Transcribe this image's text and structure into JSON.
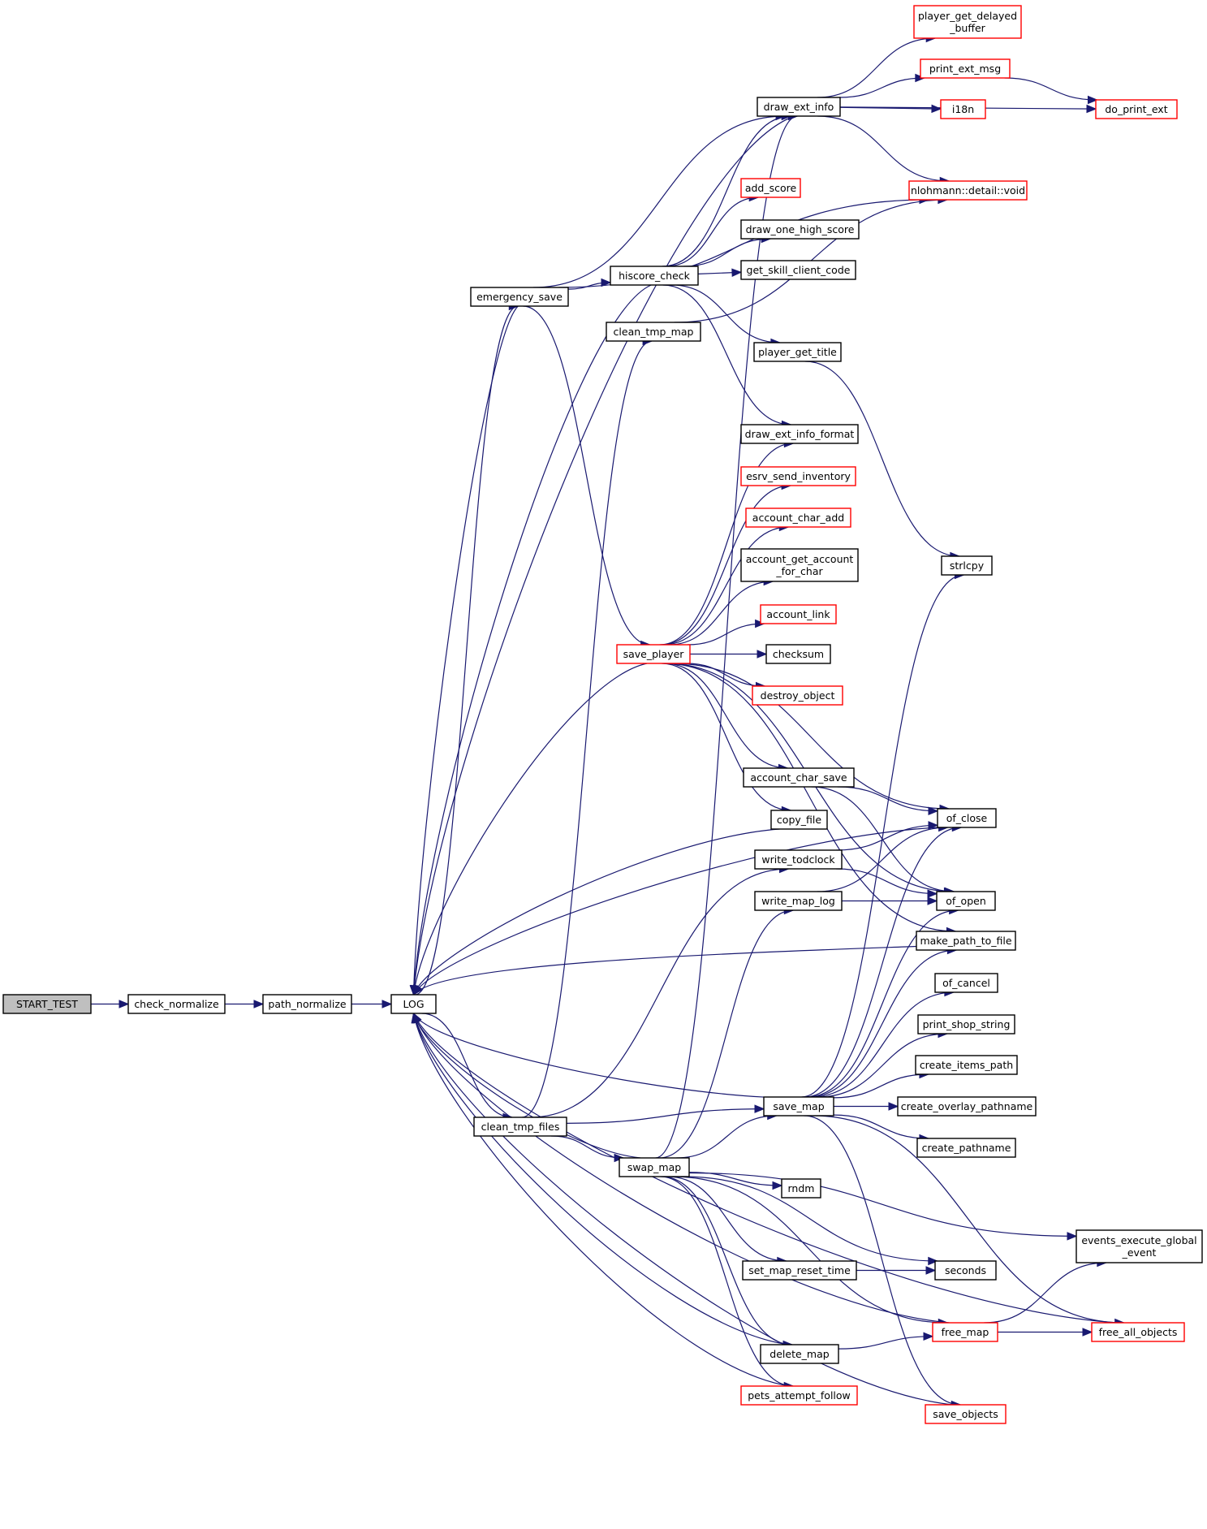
{
  "colors": {
    "edge": "#191970",
    "node_border_normal": "#000000",
    "node_border_truncated": "#ff0000",
    "node_fill_root": "#bfbfbf",
    "node_fill": "#ffffff"
  },
  "nodes": [
    {
      "id": "start_test",
      "lines": [
        "START_TEST"
      ],
      "style": "root"
    },
    {
      "id": "check_normalize",
      "lines": [
        "check_normalize"
      ],
      "style": "normal"
    },
    {
      "id": "path_normalize",
      "lines": [
        "path_normalize"
      ],
      "style": "normal"
    },
    {
      "id": "log",
      "lines": [
        "LOG"
      ],
      "style": "normal"
    },
    {
      "id": "player_get_delayed_buffer",
      "lines": [
        "player_get_delayed",
        "_buffer"
      ],
      "style": "truncated"
    },
    {
      "id": "print_ext_msg",
      "lines": [
        "print_ext_msg"
      ],
      "style": "truncated"
    },
    {
      "id": "do_print_ext",
      "lines": [
        "do_print_ext"
      ],
      "style": "truncated"
    },
    {
      "id": "draw_ext_info",
      "lines": [
        "draw_ext_info"
      ],
      "style": "normal"
    },
    {
      "id": "i18n",
      "lines": [
        "i18n"
      ],
      "style": "truncated"
    },
    {
      "id": "nlohmann_void",
      "lines": [
        "nlohmann::detail::void"
      ],
      "style": "truncated"
    },
    {
      "id": "add_score",
      "lines": [
        "add_score"
      ],
      "style": "truncated"
    },
    {
      "id": "draw_one_high_score",
      "lines": [
        "draw_one_high_score"
      ],
      "style": "normal"
    },
    {
      "id": "get_skill_client_code",
      "lines": [
        "get_skill_client_code"
      ],
      "style": "normal"
    },
    {
      "id": "hiscore_check",
      "lines": [
        "hiscore_check"
      ],
      "style": "normal"
    },
    {
      "id": "emergency_save",
      "lines": [
        "emergency_save"
      ],
      "style": "normal"
    },
    {
      "id": "clean_tmp_map",
      "lines": [
        "clean_tmp_map"
      ],
      "style": "normal"
    },
    {
      "id": "player_get_title",
      "lines": [
        "player_get_title"
      ],
      "style": "normal"
    },
    {
      "id": "draw_ext_info_format",
      "lines": [
        "draw_ext_info_format"
      ],
      "style": "normal"
    },
    {
      "id": "esrv_send_inventory",
      "lines": [
        "esrv_send_inventory"
      ],
      "style": "truncated"
    },
    {
      "id": "account_char_add",
      "lines": [
        "account_char_add"
      ],
      "style": "truncated"
    },
    {
      "id": "account_get_account_for_char",
      "lines": [
        "account_get_account",
        "_for_char"
      ],
      "style": "normal"
    },
    {
      "id": "strlcpy",
      "lines": [
        "strlcpy"
      ],
      "style": "normal"
    },
    {
      "id": "account_link",
      "lines": [
        "account_link"
      ],
      "style": "truncated"
    },
    {
      "id": "save_player",
      "lines": [
        "save_player"
      ],
      "style": "truncated"
    },
    {
      "id": "checksum",
      "lines": [
        "checksum"
      ],
      "style": "normal"
    },
    {
      "id": "destroy_object",
      "lines": [
        "destroy_object"
      ],
      "style": "truncated"
    },
    {
      "id": "account_char_save",
      "lines": [
        "account_char_save"
      ],
      "style": "normal"
    },
    {
      "id": "of_close",
      "lines": [
        "of_close"
      ],
      "style": "normal"
    },
    {
      "id": "copy_file",
      "lines": [
        "copy_file"
      ],
      "style": "normal"
    },
    {
      "id": "write_todclock",
      "lines": [
        "write_todclock"
      ],
      "style": "normal"
    },
    {
      "id": "write_map_log",
      "lines": [
        "write_map_log"
      ],
      "style": "normal"
    },
    {
      "id": "of_open",
      "lines": [
        "of_open"
      ],
      "style": "normal"
    },
    {
      "id": "make_path_to_file",
      "lines": [
        "make_path_to_file"
      ],
      "style": "normal"
    },
    {
      "id": "of_cancel",
      "lines": [
        "of_cancel"
      ],
      "style": "normal"
    },
    {
      "id": "print_shop_string",
      "lines": [
        "print_shop_string"
      ],
      "style": "normal"
    },
    {
      "id": "create_items_path",
      "lines": [
        "create_items_path"
      ],
      "style": "normal"
    },
    {
      "id": "save_map",
      "lines": [
        "save_map"
      ],
      "style": "normal"
    },
    {
      "id": "create_overlay_pathname",
      "lines": [
        "create_overlay_pathname"
      ],
      "style": "normal"
    },
    {
      "id": "clean_tmp_files",
      "lines": [
        "clean_tmp_files"
      ],
      "style": "normal"
    },
    {
      "id": "create_pathname",
      "lines": [
        "create_pathname"
      ],
      "style": "normal"
    },
    {
      "id": "swap_map",
      "lines": [
        "swap_map"
      ],
      "style": "normal"
    },
    {
      "id": "rndm",
      "lines": [
        "rndm"
      ],
      "style": "normal"
    },
    {
      "id": "events_execute_global_event",
      "lines": [
        "events_execute_global",
        "_event"
      ],
      "style": "normal"
    },
    {
      "id": "set_map_reset_time",
      "lines": [
        "set_map_reset_time"
      ],
      "style": "normal"
    },
    {
      "id": "seconds",
      "lines": [
        "seconds"
      ],
      "style": "normal"
    },
    {
      "id": "free_map",
      "lines": [
        "free_map"
      ],
      "style": "truncated"
    },
    {
      "id": "free_all_objects",
      "lines": [
        "free_all_objects"
      ],
      "style": "truncated"
    },
    {
      "id": "delete_map",
      "lines": [
        "delete_map"
      ],
      "style": "normal"
    },
    {
      "id": "pets_attempt_follow",
      "lines": [
        "pets_attempt_follow"
      ],
      "style": "truncated"
    },
    {
      "id": "save_objects",
      "lines": [
        "save_objects"
      ],
      "style": "truncated"
    }
  ],
  "edges": [
    [
      "start_test",
      "check_normalize"
    ],
    [
      "check_normalize",
      "path_normalize"
    ],
    [
      "path_normalize",
      "log"
    ],
    [
      "log",
      "emergency_save"
    ],
    [
      "log",
      "clean_tmp_files"
    ],
    [
      "emergency_save",
      "hiscore_check"
    ],
    [
      "emergency_save",
      "draw_ext_info"
    ],
    [
      "emergency_save",
      "nlohmann_void"
    ],
    [
      "emergency_save",
      "save_player"
    ],
    [
      "emergency_save",
      "log"
    ],
    [
      "hiscore_check",
      "add_score"
    ],
    [
      "hiscore_check",
      "draw_one_high_score"
    ],
    [
      "hiscore_check",
      "get_skill_client_code"
    ],
    [
      "hiscore_check",
      "player_get_title"
    ],
    [
      "hiscore_check",
      "draw_ext_info"
    ],
    [
      "hiscore_check",
      "draw_ext_info_format"
    ],
    [
      "hiscore_check",
      "log"
    ],
    [
      "draw_ext_info",
      "player_get_delayed_buffer"
    ],
    [
      "draw_ext_info",
      "print_ext_msg"
    ],
    [
      "draw_ext_info",
      "i18n"
    ],
    [
      "draw_ext_info",
      "do_print_ext"
    ],
    [
      "draw_ext_info",
      "nlohmann_void"
    ],
    [
      "draw_ext_info",
      "log"
    ],
    [
      "print_ext_msg",
      "do_print_ext"
    ],
    [
      "clean_tmp_map",
      "nlohmann_void"
    ],
    [
      "player_get_title",
      "strlcpy"
    ],
    [
      "save_player",
      "draw_ext_info_format"
    ],
    [
      "save_player",
      "esrv_send_inventory"
    ],
    [
      "save_player",
      "account_char_add"
    ],
    [
      "save_player",
      "account_get_account_for_char"
    ],
    [
      "save_player",
      "account_link"
    ],
    [
      "save_player",
      "checksum"
    ],
    [
      "save_player",
      "destroy_object"
    ],
    [
      "save_player",
      "account_char_save"
    ],
    [
      "save_player",
      "copy_file"
    ],
    [
      "save_player",
      "of_close"
    ],
    [
      "save_player",
      "of_open"
    ],
    [
      "save_player",
      "make_path_to_file"
    ],
    [
      "save_player",
      "log"
    ],
    [
      "account_char_save",
      "of_close"
    ],
    [
      "account_char_save",
      "of_open"
    ],
    [
      "copy_file",
      "log"
    ],
    [
      "of_close",
      "log"
    ],
    [
      "write_todclock",
      "of_close"
    ],
    [
      "write_todclock",
      "of_open"
    ],
    [
      "write_map_log",
      "of_close"
    ],
    [
      "write_map_log",
      "of_open"
    ],
    [
      "make_path_to_file",
      "log"
    ],
    [
      "save_map",
      "strlcpy"
    ],
    [
      "save_map",
      "of_close"
    ],
    [
      "save_map",
      "of_open"
    ],
    [
      "save_map",
      "make_path_to_file"
    ],
    [
      "save_map",
      "of_cancel"
    ],
    [
      "save_map",
      "print_shop_string"
    ],
    [
      "save_map",
      "create_items_path"
    ],
    [
      "save_map",
      "create_overlay_pathname"
    ],
    [
      "save_map",
      "create_pathname"
    ],
    [
      "save_map",
      "free_all_objects"
    ],
    [
      "save_map",
      "save_objects"
    ],
    [
      "save_map",
      "log"
    ],
    [
      "clean_tmp_files",
      "clean_tmp_map"
    ],
    [
      "clean_tmp_files",
      "write_todclock"
    ],
    [
      "clean_tmp_files",
      "save_map"
    ],
    [
      "clean_tmp_files",
      "swap_map"
    ],
    [
      "swap_map",
      "draw_ext_info"
    ],
    [
      "swap_map",
      "write_map_log"
    ],
    [
      "swap_map",
      "save_map"
    ],
    [
      "swap_map",
      "rndm"
    ],
    [
      "swap_map",
      "events_execute_global_event"
    ],
    [
      "swap_map",
      "seconds"
    ],
    [
      "swap_map",
      "set_map_reset_time"
    ],
    [
      "swap_map",
      "free_map"
    ],
    [
      "swap_map",
      "delete_map"
    ],
    [
      "swap_map",
      "pets_attempt_follow"
    ],
    [
      "swap_map",
      "log"
    ],
    [
      "set_map_reset_time",
      "seconds"
    ],
    [
      "free_map",
      "events_execute_global_event"
    ],
    [
      "free_map",
      "free_all_objects"
    ],
    [
      "free_map",
      "log"
    ],
    [
      "delete_map",
      "free_map"
    ],
    [
      "delete_map",
      "log"
    ],
    [
      "pets_attempt_follow",
      "log"
    ],
    [
      "save_objects",
      "log"
    ],
    [
      "free_all_objects",
      "log"
    ]
  ]
}
